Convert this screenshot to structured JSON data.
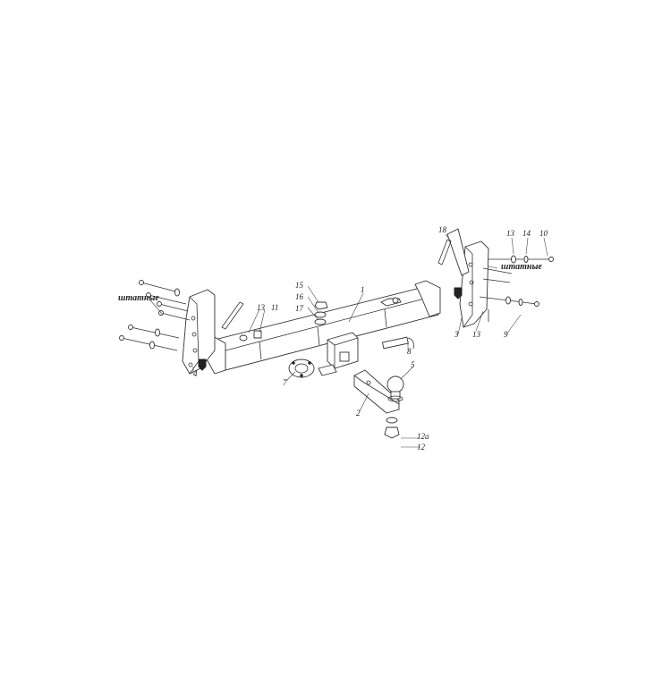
{
  "callouts": {
    "c1": "1",
    "c2": "2",
    "c3": "3",
    "c4": "4",
    "c5": "5",
    "c7": "7",
    "c8": "8",
    "c9": "9",
    "c10": "10",
    "c11": "11",
    "c12": "12",
    "c12a": "12а",
    "c13_left": "13",
    "c13_right_top": "13",
    "c13_right_bottom": "13",
    "c14": "14",
    "c15": "15",
    "c16": "16",
    "c17": "17",
    "c18": "18"
  },
  "notes": {
    "stock_left": "штатные",
    "stock_right": "штатные"
  }
}
